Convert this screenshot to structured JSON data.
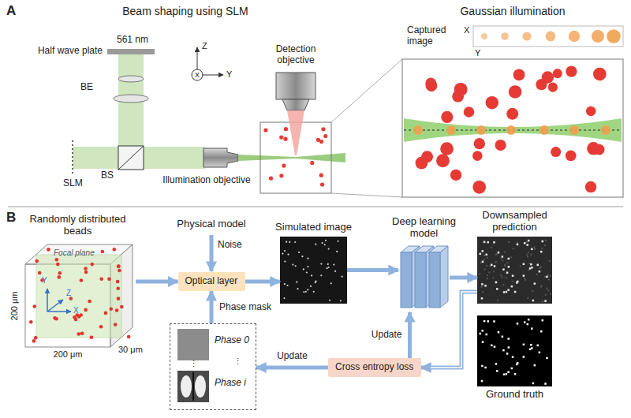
{
  "diagram": {
    "nodes": [
      {
        "text": [
          "Randomly distributed beads"
        ]
      },
      {
        "text": [
          "Optical layer"
        ]
      },
      {
        "text": [
          "Phase 0",
          "Phase i"
        ]
      },
      {
        "text": [
          "Simulated image"
        ]
      },
      {
        "text": [
          "Deep learning model"
        ]
      },
      {
        "text": [
          "Downsampled prediction"
        ]
      },
      {
        "text": [
          "Ground truth"
        ]
      },
      {
        "text": [
          "Cross entropy loss"
        ]
      }
    ],
    "edges": [
      {
        "from": 0,
        "to": 1,
        "arrow": "to"
      },
      {
        "from": 1,
        "to": 3,
        "arrow": "to"
      },
      {
        "from": 3,
        "to": 4,
        "arrow": "to"
      },
      {
        "from": 4,
        "to": 5,
        "arrow": "to"
      },
      {
        "from": 5,
        "to": 7,
        "arrow": "to"
      },
      {
        "from": 7,
        "to": 4,
        "label": "Update",
        "arrow": "to"
      },
      {
        "from": 7,
        "to": 2,
        "label": "Update",
        "arrow": "to"
      },
      {
        "from": 2,
        "to": 1,
        "label": "Phase mask",
        "arrow": "to"
      }
    ],
    "labels": [
      "A",
      "Beam shaping using SLM",
      "Gaussian illumination",
      "561 nm",
      "Half wave plate",
      "BE",
      "Z",
      "X",
      "Y",
      "Detection objective",
      "SLM",
      "BS",
      "Illumination objective",
      "Captured image",
      "X",
      "Y",
      "B",
      "Physical model",
      "Noise",
      "Focal plane",
      "200 μm",
      "200 μm",
      "30 μm",
      "Y",
      "Z",
      "X",
      "⋮",
      "⋮"
    ]
  }
}
